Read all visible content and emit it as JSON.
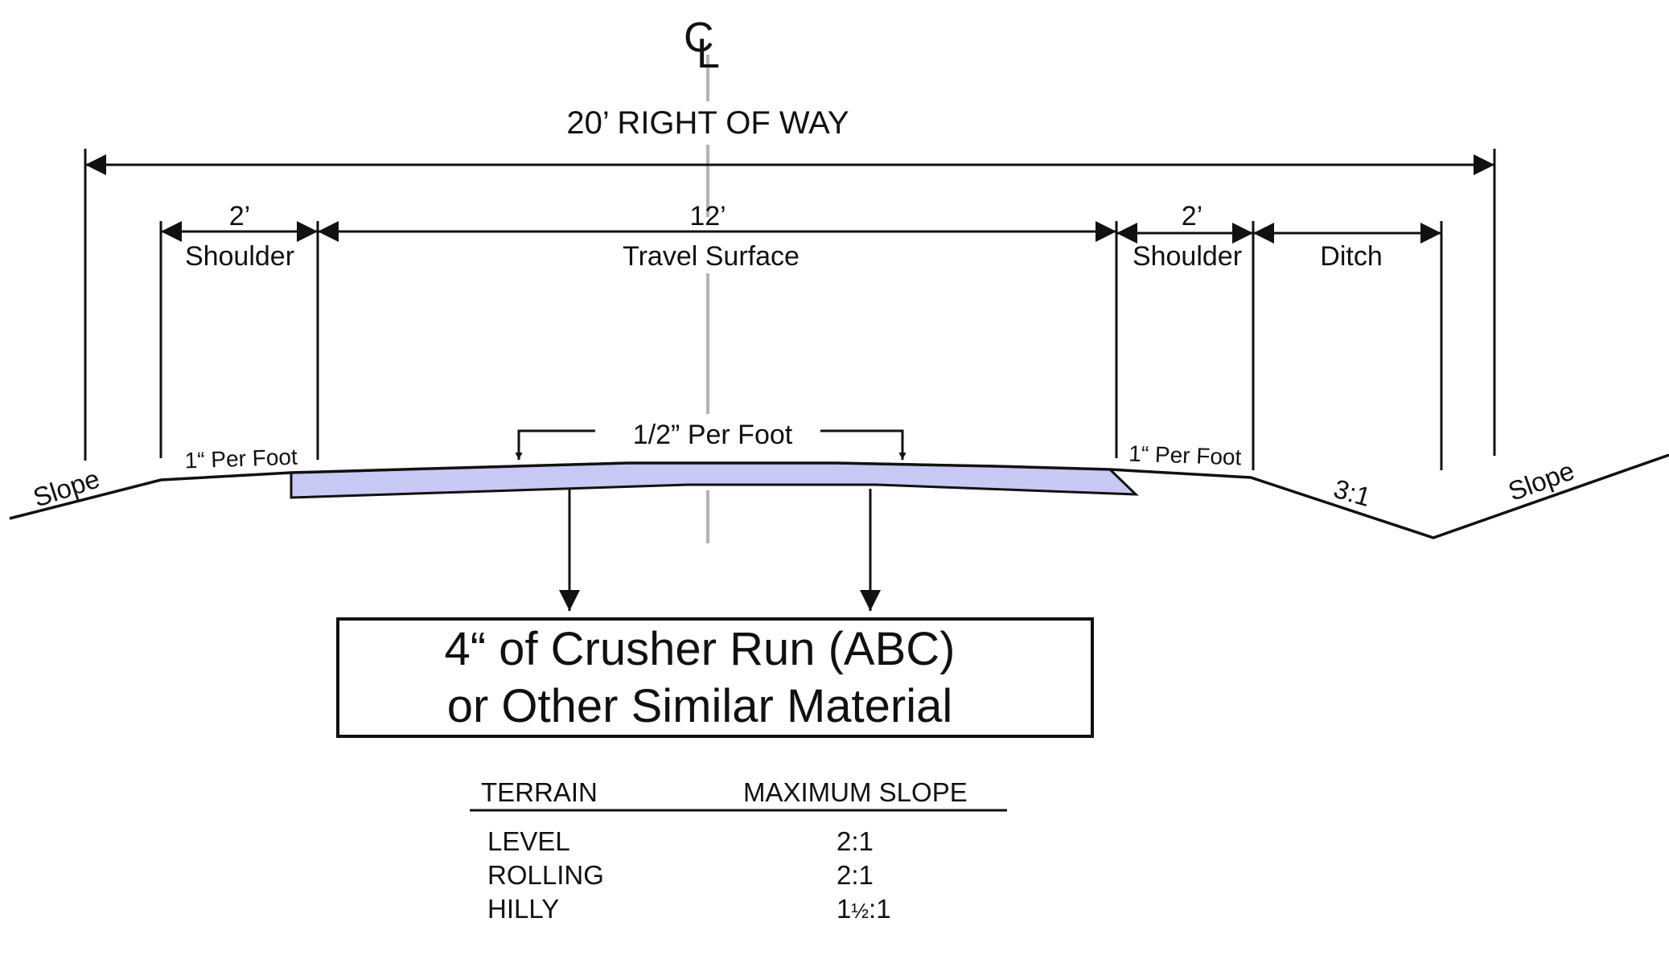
{
  "centerline": {
    "symbol": "℄",
    "c": "C",
    "l": "L"
  },
  "right_of_way": "20’ RIGHT OF WAY",
  "dimensions": {
    "shoulder_left_value": "2’",
    "shoulder_left_label": "Shoulder",
    "travel_value": "12’",
    "travel_label": "Travel Surface",
    "shoulder_right_value": "2’",
    "shoulder_right_label": "Shoulder",
    "ditch_label": "Ditch"
  },
  "grades": {
    "crown": "1/2” Per Foot",
    "shoulder_left": "1“ Per Foot",
    "shoulder_right": "1“ Per Foot",
    "ditch_slope": "3:1",
    "slope_left": "Slope",
    "slope_right": "Slope"
  },
  "material": {
    "line1": "4“ of Crusher Run (ABC)",
    "line2": "or Other Similar Material",
    "fill_color": "#c8c8f5"
  },
  "slope_table": {
    "headers": [
      "TERRAIN",
      "MAXIMUM SLOPE"
    ],
    "rows": [
      {
        "terrain": "LEVEL",
        "slope": "2:1"
      },
      {
        "terrain": "ROLLING",
        "slope": "2:1"
      },
      {
        "terrain": "HILLY",
        "slope_whole": "1",
        "slope_frac": "½",
        "slope_rest": ":1"
      }
    ]
  }
}
